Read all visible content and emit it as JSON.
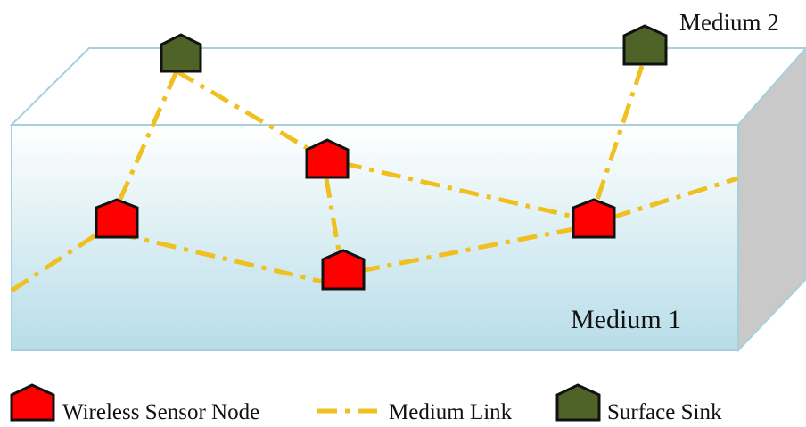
{
  "labels": {
    "medium_2": "Medium 2",
    "medium_1": "Medium 1"
  },
  "legend": {
    "node": "Wireless Sensor Node",
    "link": "Medium Link",
    "sink": "Surface Sink"
  },
  "colors": {
    "node_fill": "#ff0000",
    "sink_fill": "#4f6228",
    "link": "#f0c020",
    "water_top": "#ffffff",
    "water_bottom": "#b7dde8",
    "box_edge": "#a6d0dc",
    "side_face": "#c9c9c9"
  }
}
